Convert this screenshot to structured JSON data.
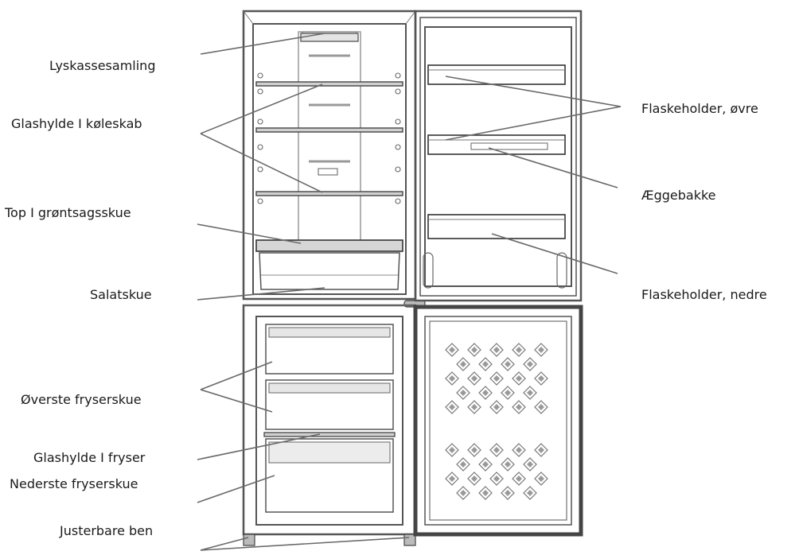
{
  "labels": {
    "light_box": "Lyskassesamling",
    "fridge_glass_shelf": "Glashylde I køleskab",
    "crisper_top": "Top I grøntsagsskue",
    "crisper": "Salatskue",
    "upper_freezer_drawer": "Øverste fryserskue",
    "freezer_glass_shelf": "Glashylde I fryser",
    "lower_freezer_drawer": "Nederste fryserskue",
    "adjustable_feet": "Justerbare ben",
    "bottle_holder_upper": "Flaskeholder, øvre",
    "egg_tray": "Æggebakke",
    "bottle_holder_lower": "Flaskeholder, nedre"
  }
}
